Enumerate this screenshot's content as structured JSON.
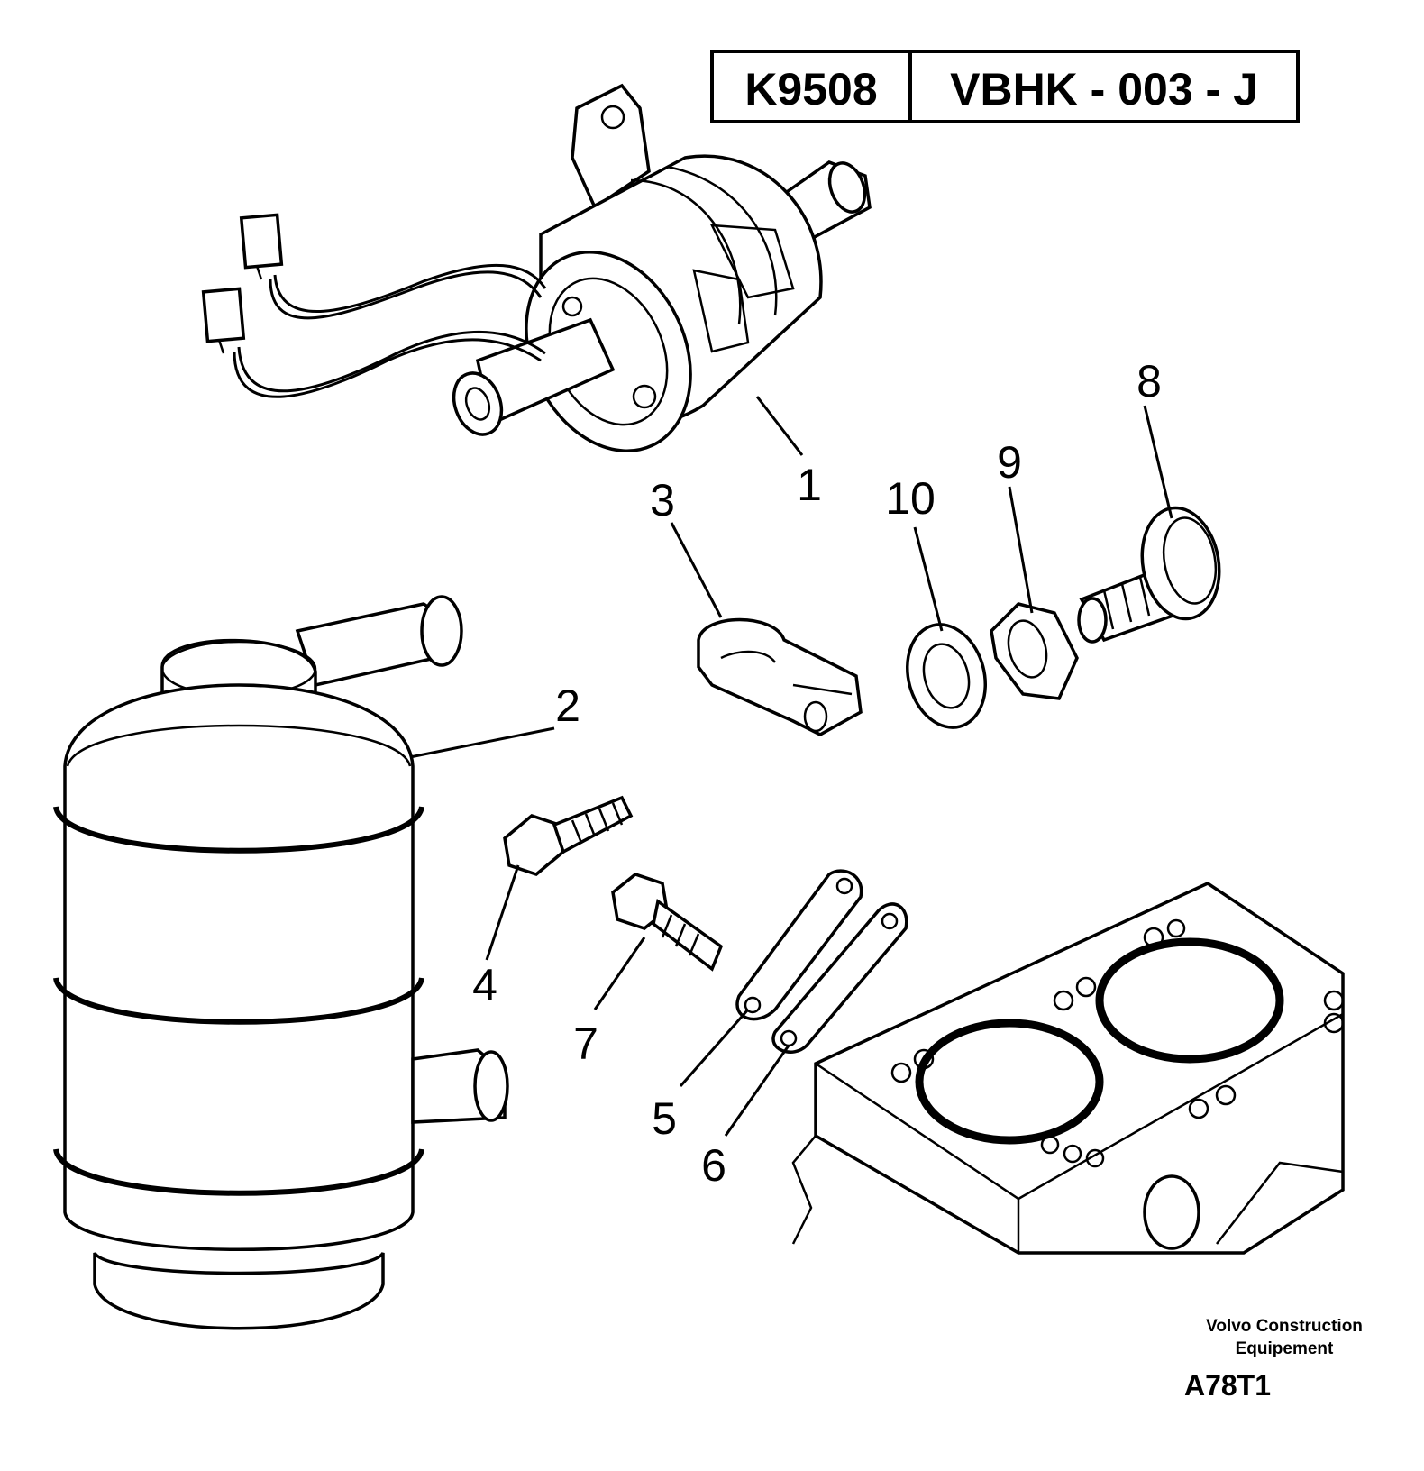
{
  "header": {
    "code_left": "K9508",
    "code_right": "VBHK - 003 - J"
  },
  "callouts": [
    "1",
    "2",
    "3",
    "4",
    "5",
    "6",
    "7",
    "8",
    "9",
    "10"
  ],
  "footer": {
    "manufacturer_line1": "Volvo Construction",
    "manufacturer_line2": "Equipement",
    "figure_code": "A78T1"
  }
}
